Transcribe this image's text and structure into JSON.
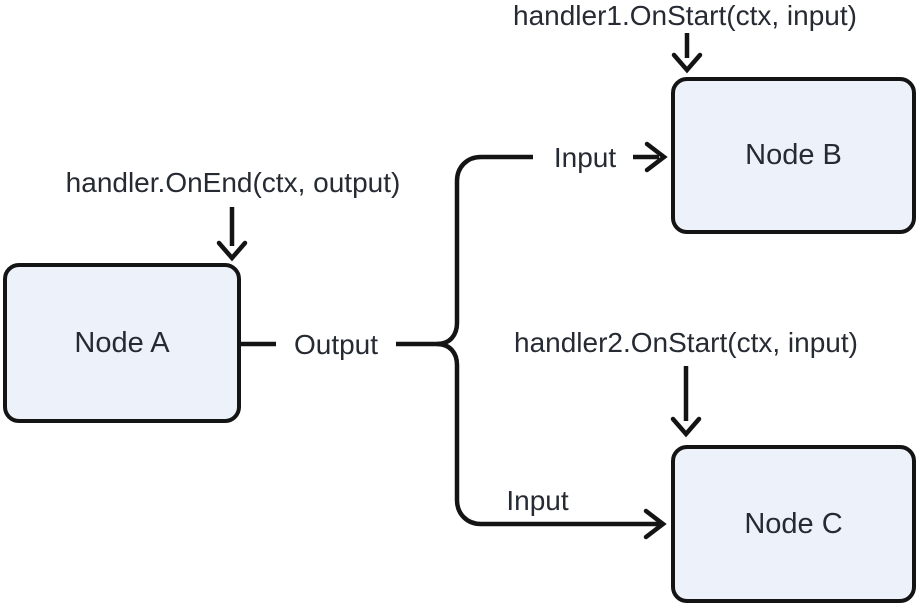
{
  "diagram": {
    "colors": {
      "line": "#141414",
      "node_fill": "#edf1f9",
      "node_border": "#141414",
      "text": "#262b33",
      "background": "#ffffff"
    },
    "nodes": [
      {
        "id": "node-a",
        "label": "Node A"
      },
      {
        "id": "node-b",
        "label": "Node B"
      },
      {
        "id": "node-c",
        "label": "Node C"
      }
    ],
    "annotations": {
      "on_end": "handler.OnEnd(ctx, output)",
      "on_start_1": "handler1.OnStart(ctx, input)",
      "on_start_2": "handler2.OnStart(ctx, input)"
    },
    "edge_labels": {
      "output": "Output",
      "input_to_b": "Input",
      "input_to_c": "Input"
    }
  }
}
